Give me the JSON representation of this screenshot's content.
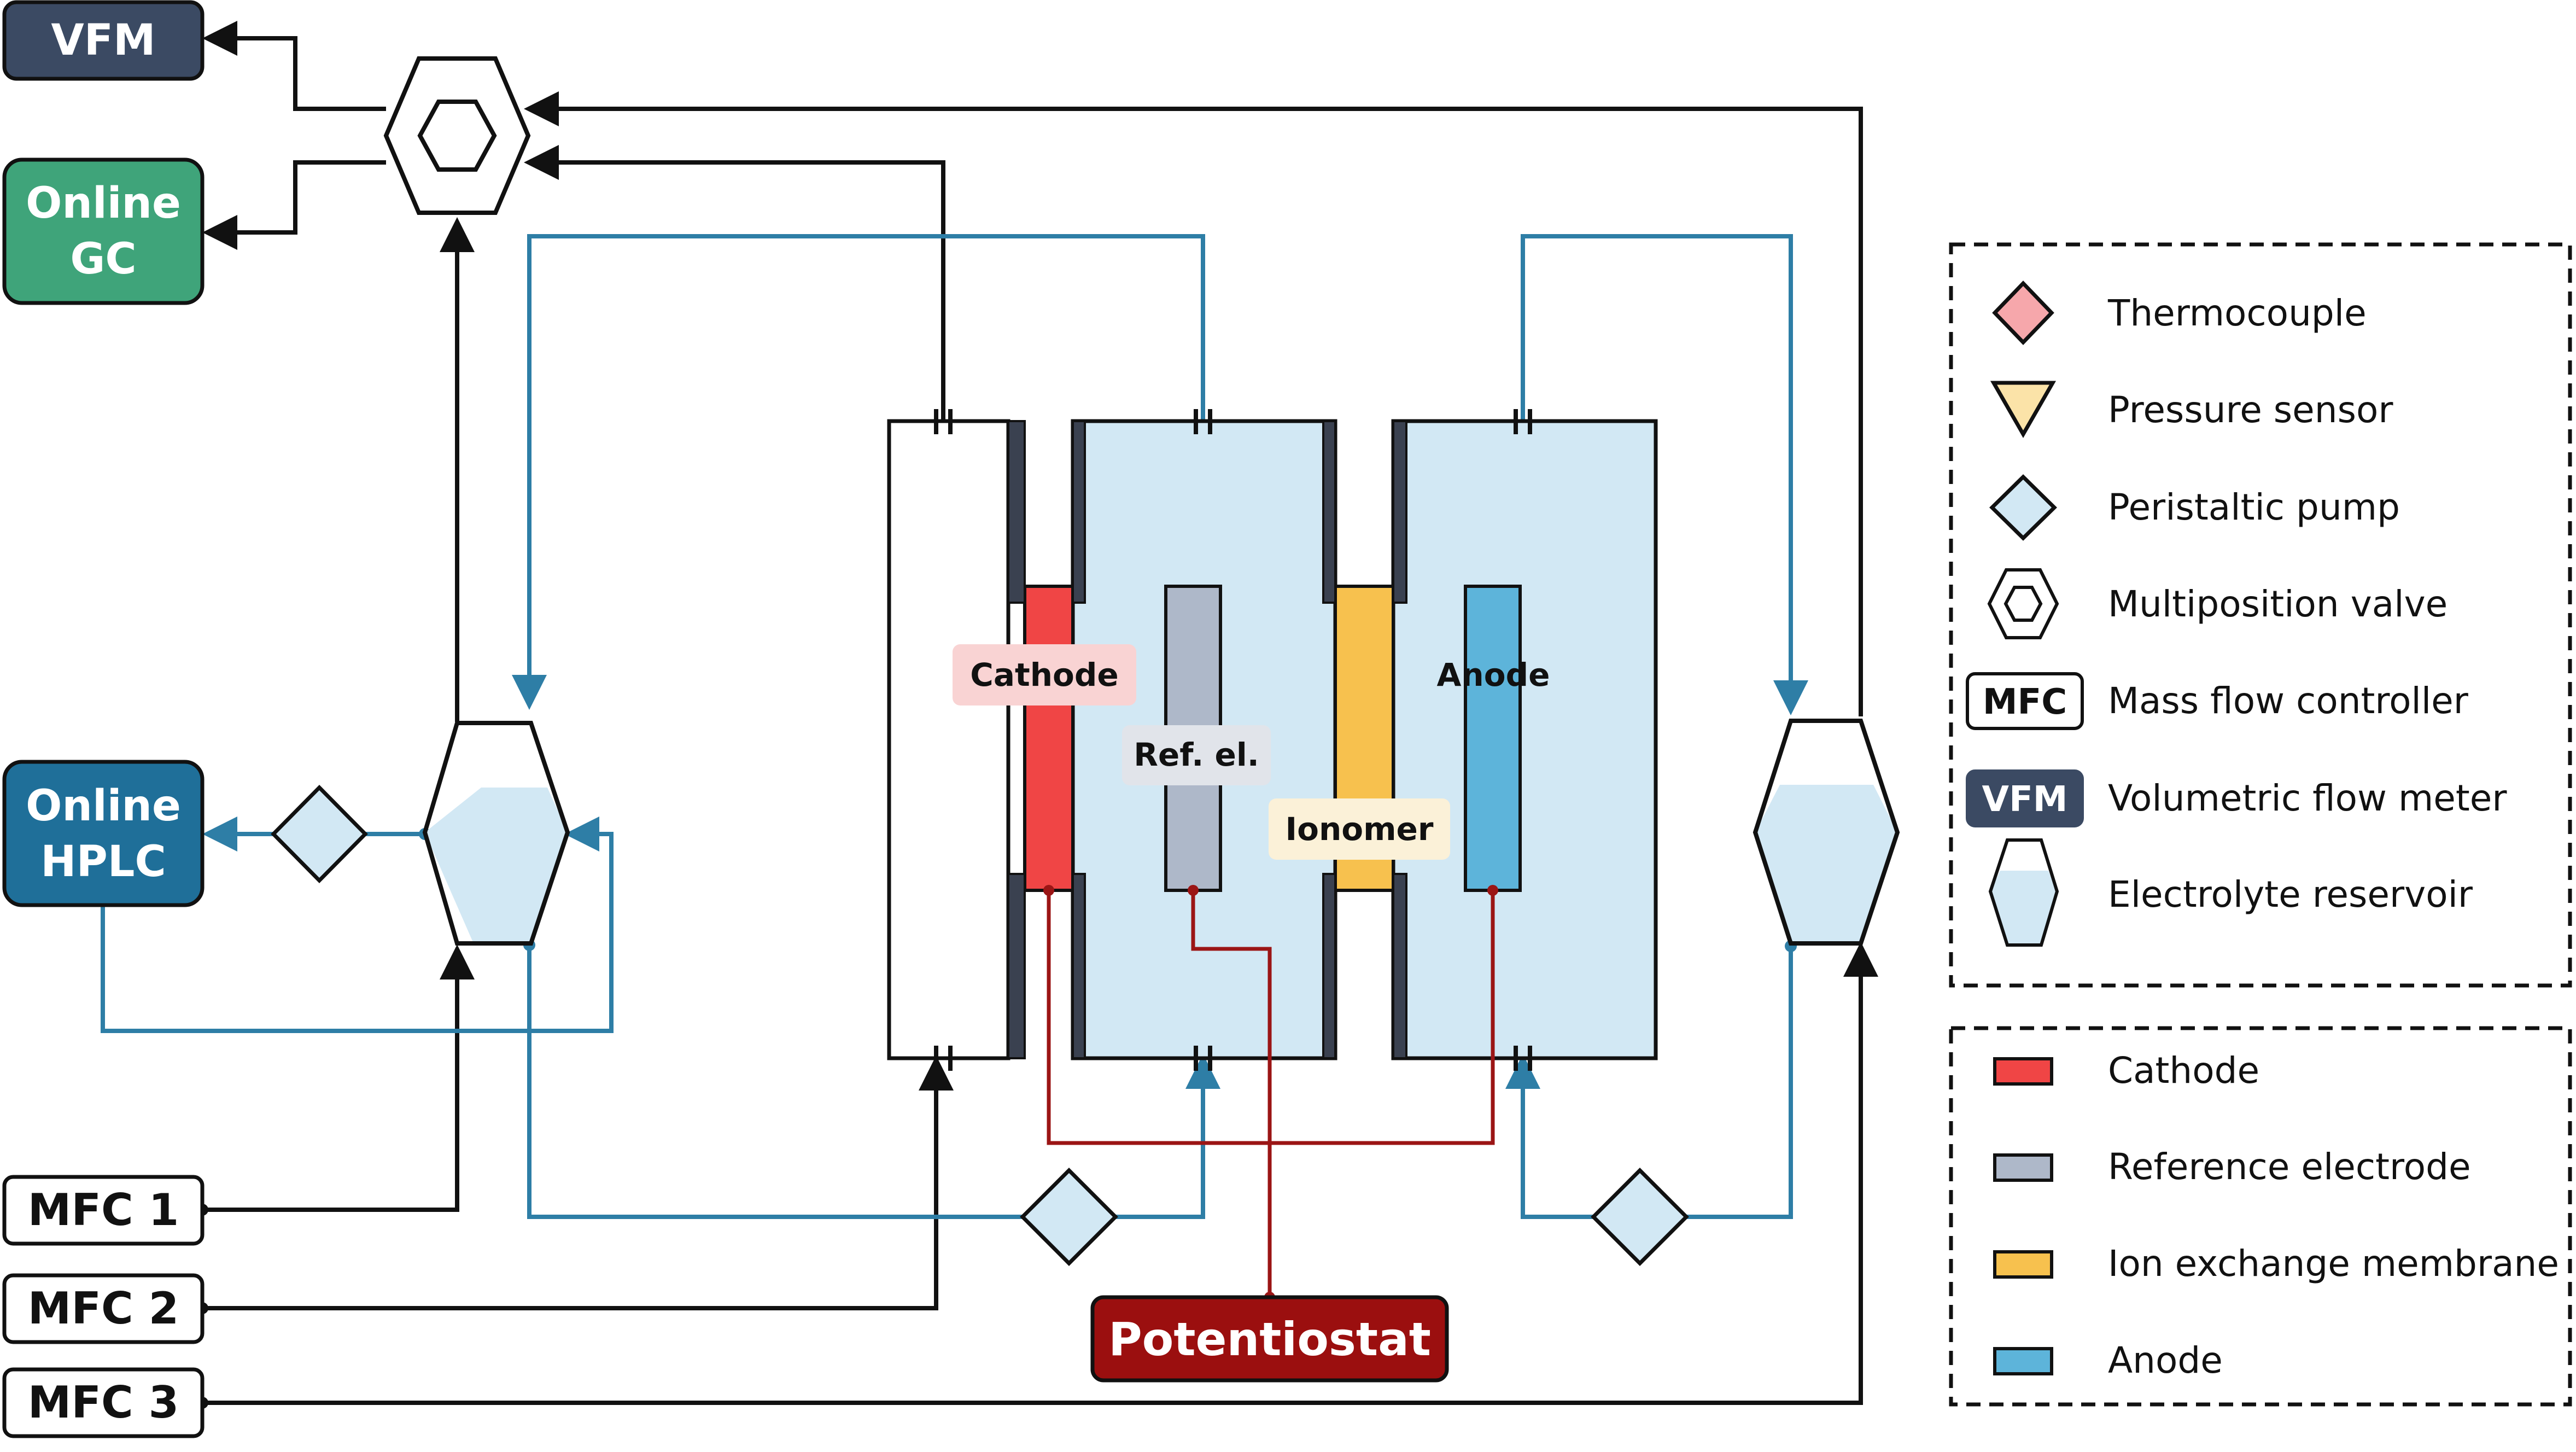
{
  "devices": {
    "vfm": "VFM",
    "gc_line1": "Online",
    "gc_line2": "GC",
    "hplc_line1": "Online",
    "hplc_line2": "HPLC",
    "mfc1": "MFC 1",
    "mfc2": "MFC 2",
    "mfc3": "MFC 3",
    "potentiostat": "Potentiostat"
  },
  "cell": {
    "cathode": "Cathode",
    "ref_el": "Ref. el.",
    "ionomer": "Ionomer",
    "anode": "Anode"
  },
  "legend_symbols": [
    {
      "icon": "thermocouple-diamond",
      "label": "Thermocouple"
    },
    {
      "icon": "pressure-sensor-triangle",
      "label": "Pressure sensor"
    },
    {
      "icon": "peristaltic-pump-diamond",
      "label": "Peristaltic pump"
    },
    {
      "icon": "multiposition-valve-hexagon",
      "label": "Multiposition valve"
    },
    {
      "icon": "mfc-box",
      "icon_text": "MFC",
      "label": "Mass flow controller"
    },
    {
      "icon": "vfm-box",
      "icon_text": "VFM",
      "label": "Volumetric flow meter"
    },
    {
      "icon": "reservoir-hexagon",
      "label": "Electrolyte reservoir"
    }
  ],
  "legend_components": [
    {
      "color": "#f04545",
      "label": "Cathode"
    },
    {
      "color": "#aeb8c9",
      "label": "Reference electrode"
    },
    {
      "color": "#f7c14e",
      "label": "Ion exchange membrane"
    },
    {
      "color": "#5db4da",
      "label": "Anode"
    }
  ],
  "colors": {
    "vfm": "#3b4a63",
    "gc": "#3fa47a",
    "hplc": "#1f6f99",
    "potentiostat": "#9b0f0f",
    "electrolyte": "#d2e8f4",
    "liquid_line": "#2e7ea6",
    "wire": "#9b1515",
    "gas_line": "#111111"
  }
}
